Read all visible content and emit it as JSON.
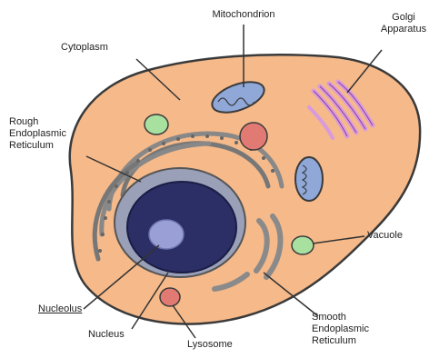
{
  "diagram": {
    "labels": {
      "mitochondrion": "Mitochondrion",
      "golgi_line1": "Golgi",
      "golgi_line2": "Apparatus",
      "cytoplasm": "Cytoplasm",
      "rer_line1": "Rough",
      "rer_line2": "Endoplasmic",
      "rer_line3": "Reticulum",
      "vacuole": "Vacuole",
      "nucleolus": "Nucleolus",
      "nucleus": "Nucleus",
      "lysosome": "Lysosome",
      "ser_line1": "Smooth",
      "ser_line2": "Endoplasmic",
      "ser_line3": "Reticulum"
    },
    "colors": {
      "cytoplasm": "#f5b98a",
      "outline": "#3a3a3a",
      "nucleus": "#2b2f66",
      "nuclear_envelope": "#9aa0b8",
      "nucleolus": "#9aa0d6",
      "mitochondria": "#8fa8d8",
      "golgi": "#d89adf",
      "vesicle_green": "#a8e0a0",
      "lysosome": "#e27a74"
    }
  }
}
